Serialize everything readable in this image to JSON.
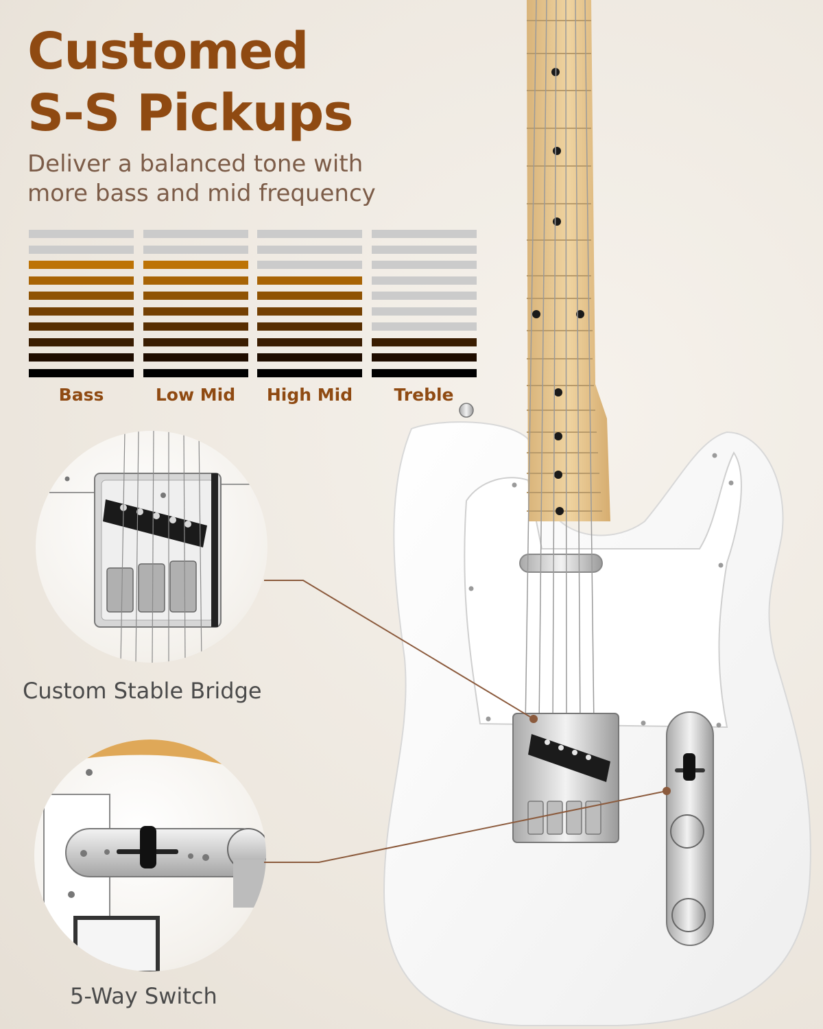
{
  "headline": {
    "line1": "Customed",
    "line2": "S-S Pickups"
  },
  "subtitle": {
    "line1": "Deliver a balanced tone with",
    "line2": "more bass and mid frequency"
  },
  "eq_chart": {
    "columns": [
      {
        "label": "Bass",
        "level": 8
      },
      {
        "label": "Low Mid",
        "level": 8
      },
      {
        "label": "High Mid",
        "level": 7
      },
      {
        "label": "Treble",
        "level": 3
      }
    ],
    "total_steps": 10,
    "inactive_color": "#cbcbcb",
    "active_colors": [
      "#d88a0a",
      "#cd7f08",
      "#bd7306",
      "#a86405",
      "#8f5303",
      "#744002",
      "#572e01",
      "#3a1d01",
      "#1f0d00",
      "#000000"
    ]
  },
  "callouts": {
    "bridge": "Custom Stable Bridge",
    "switch": "5-Way Switch"
  },
  "colors": {
    "brand": "#8f4a12",
    "pointer_line": "#8b5a3c",
    "guitar_body": "#ffffff",
    "fretboard": "#e8c890",
    "chrome": "#c8c8c8"
  }
}
